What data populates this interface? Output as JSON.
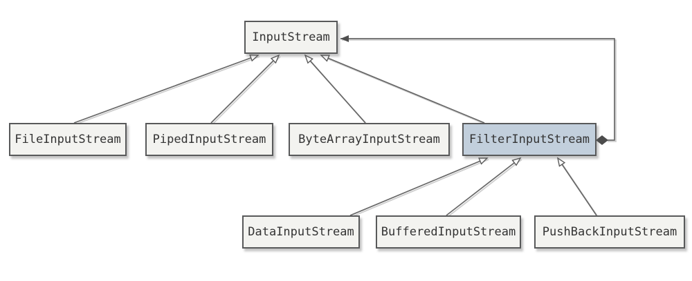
{
  "diagram": {
    "nodes": [
      {
        "id": "inputstream",
        "label": "InputStream",
        "highlighted": false
      },
      {
        "id": "fileinputstream",
        "label": "FileInputStream",
        "highlighted": false
      },
      {
        "id": "pipedinputstream",
        "label": "PipedInputStream",
        "highlighted": false
      },
      {
        "id": "bytearrayinputstream",
        "label": "ByteArrayInputStream",
        "highlighted": false
      },
      {
        "id": "filterinputstream",
        "label": "FilterInputStream",
        "highlighted": true
      },
      {
        "id": "datainputstream",
        "label": "DataInputStream",
        "highlighted": false
      },
      {
        "id": "bufferedinputstream",
        "label": "BufferedInputStream",
        "highlighted": false
      },
      {
        "id": "pushbackinputstream",
        "label": "PushBackInputStream",
        "highlighted": false
      }
    ],
    "edges": [
      {
        "from": "FileInputStream",
        "to": "InputStream",
        "type": "generalization"
      },
      {
        "from": "PipedInputStream",
        "to": "InputStream",
        "type": "generalization"
      },
      {
        "from": "ByteArrayInputStream",
        "to": "InputStream",
        "type": "generalization"
      },
      {
        "from": "FilterInputStream",
        "to": "InputStream",
        "type": "generalization"
      },
      {
        "from": "DataInputStream",
        "to": "FilterInputStream",
        "type": "generalization"
      },
      {
        "from": "BufferedInputStream",
        "to": "FilterInputStream",
        "type": "generalization"
      },
      {
        "from": "PushBackInputStream",
        "to": "FilterInputStream",
        "type": "generalization"
      },
      {
        "from": "FilterInputStream",
        "to": "InputStream",
        "type": "aggregation"
      }
    ],
    "colors": {
      "node_fill": "#f3f3f0",
      "highlight_fill": "#c2cfdc",
      "node_border": "#58595a",
      "line": "#666666",
      "line_shadow": "#cfcfcf",
      "text": "#333333"
    }
  }
}
